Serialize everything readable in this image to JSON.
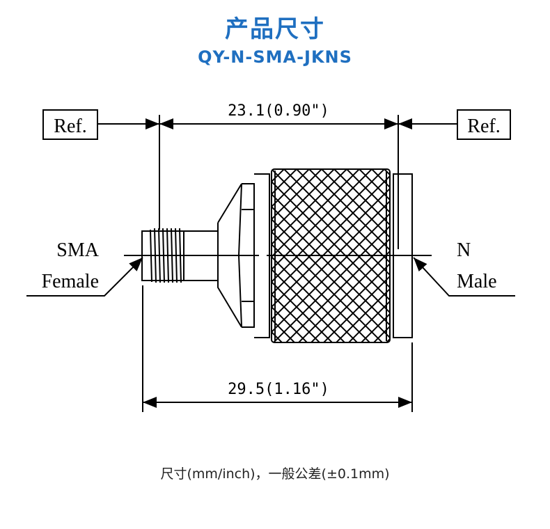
{
  "header": {
    "title": "产品尺寸",
    "model": "QY-N-SMA-JKNS"
  },
  "drawing": {
    "ref_left": "Ref.",
    "ref_right": "Ref.",
    "dim_top": "23.1(0.90\")",
    "dim_bottom": "29.5(1.16\")",
    "left_label_1": "SMA",
    "left_label_2": "Female",
    "right_label_1": "N",
    "right_label_2": "Male"
  },
  "footer": {
    "note": "尺寸(mm/inch)，一般公差(±0.1mm)"
  },
  "colors": {
    "accent": "#1f6fc0"
  }
}
